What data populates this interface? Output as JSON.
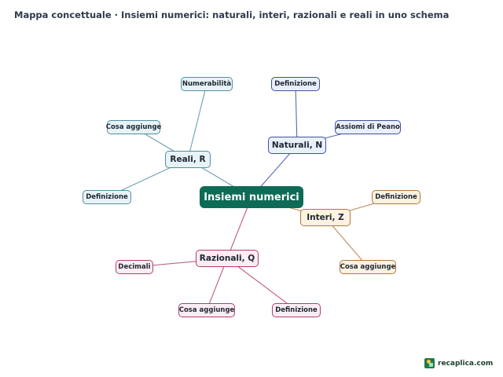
{
  "title": "Mappa concettuale · Insiemi numerici: naturali, interi, razionali e reali in uno schema",
  "brand": {
    "name": "recaplica.com",
    "logo_icon": "recaplica-logo-icon"
  },
  "colors": {
    "root": "#0e6b56",
    "naturali": "#3f4fa0",
    "interi": "#b07a3a",
    "razionali": "#b0406e",
    "reali": "#4f8fa0"
  },
  "mindmap": {
    "root": {
      "label": "Insiemi numerici"
    },
    "branches": [
      {
        "id": "naturali",
        "label": "Naturali, N",
        "children": [
          {
            "label": "Definizione"
          },
          {
            "label": "Assiomi di Peano"
          }
        ]
      },
      {
        "id": "interi",
        "label": "Interi, Z",
        "children": [
          {
            "label": "Definizione"
          },
          {
            "label": "Cosa aggiunge"
          }
        ]
      },
      {
        "id": "razionali",
        "label": "Razionali, Q",
        "children": [
          {
            "label": "Decimali"
          },
          {
            "label": "Cosa aggiunge"
          },
          {
            "label": "Definizione"
          }
        ]
      },
      {
        "id": "reali",
        "label": "Reali, R",
        "children": [
          {
            "label": "Numerabilità"
          },
          {
            "label": "Cosa aggiunge"
          },
          {
            "label": "Definizione"
          }
        ]
      }
    ]
  }
}
